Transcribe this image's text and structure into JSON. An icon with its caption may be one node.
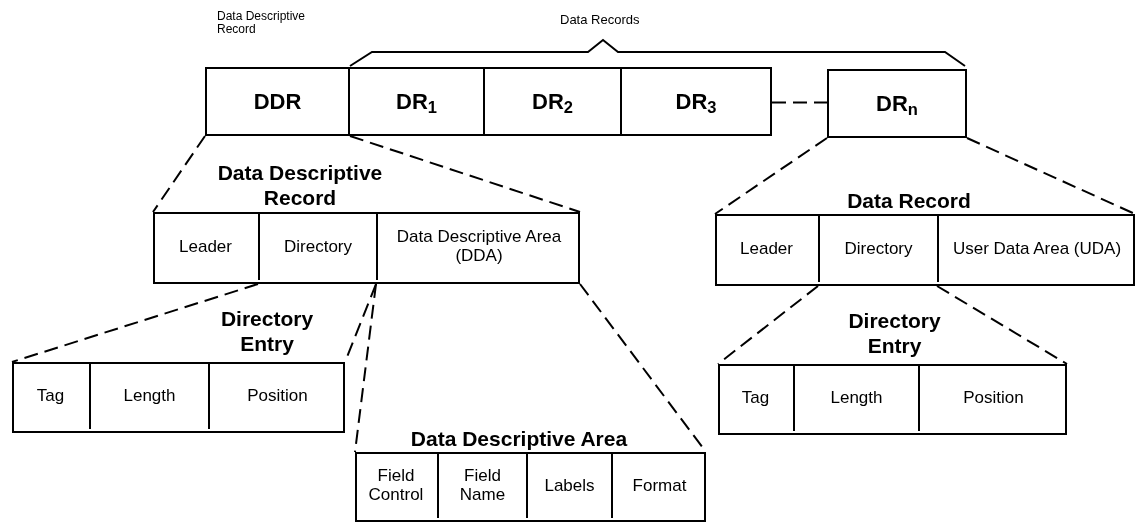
{
  "diagram": {
    "nodes": [
      {
        "text": [
          "DDR"
        ]
      },
      {
        "text": [
          "DR$_{1}$"
        ]
      },
      {
        "text": [
          "DR$_{2}$"
        ]
      },
      {
        "text": [
          "DR$_{3}$"
        ]
      },
      {
        "text": [
          "DR$_{n}$"
        ]
      },
      {
        "text": [
          "Data Descriptive Record"
        ]
      },
      {
        "text": [
          "Leader"
        ],
        "in": 5
      },
      {
        "text": [
          "Directory"
        ],
        "in": 5
      },
      {
        "text": [
          "Data Descriptive Area (DDA)"
        ],
        "in": 5
      },
      {
        "text": [
          "Data Record"
        ]
      },
      {
        "text": [
          "Leader"
        ],
        "in": 9
      },
      {
        "text": [
          "Directory"
        ],
        "in": 9
      },
      {
        "text": [
          "User Data Area (UDA)"
        ],
        "in": 9
      },
      {
        "text": [
          "Directory Entry"
        ]
      },
      {
        "text": [
          "Tag"
        ],
        "in": 13
      },
      {
        "text": [
          "Length"
        ],
        "in": 13
      },
      {
        "text": [
          "Position"
        ],
        "in": 13
      },
      {
        "text": [
          "Directory Entry"
        ]
      },
      {
        "text": [
          "Tag"
        ],
        "in": 17
      },
      {
        "text": [
          "Length"
        ],
        "in": 17
      },
      {
        "text": [
          "Position"
        ],
        "in": 17
      },
      {
        "text": [
          "Data Descriptive Area"
        ]
      },
      {
        "text": [
          "Field Control"
        ],
        "in": 21
      },
      {
        "text": [
          "Field Name"
        ],
        "in": 21
      },
      {
        "text": [
          "Labels"
        ],
        "in": 21
      },
      {
        "text": [
          "Format"
        ],
        "in": 21
      }
    ],
    "edges": [
      {
        "from": 0,
        "to": 5,
        "arrow": "none",
        "style": "dashed"
      },
      {
        "from": 0,
        "to": 5,
        "arrow": "none",
        "style": "dashed"
      },
      {
        "from": 4,
        "to": 9,
        "arrow": "none",
        "style": "dashed"
      },
      {
        "from": 4,
        "to": 9,
        "arrow": "none",
        "style": "dashed"
      },
      {
        "from": 7,
        "to": 13,
        "arrow": "none",
        "style": "dashed"
      },
      {
        "from": 7,
        "to": 13,
        "arrow": "none",
        "style": "dashed"
      },
      {
        "from": 8,
        "to": 21,
        "arrow": "none",
        "style": "dashed"
      },
      {
        "from": 8,
        "to": 21,
        "arrow": "none",
        "style": "dashed"
      },
      {
        "from": 11,
        "to": 17,
        "arrow": "none",
        "style": "dashed"
      },
      {
        "from": 11,
        "to": 17,
        "arrow": "none",
        "style": "dashed"
      },
      {
        "from": 3,
        "to": 4,
        "arrow": "none",
        "style": "dashed"
      }
    ],
    "labels": [
      "Data Descriptive Record",
      "Data Records"
    ]
  }
}
